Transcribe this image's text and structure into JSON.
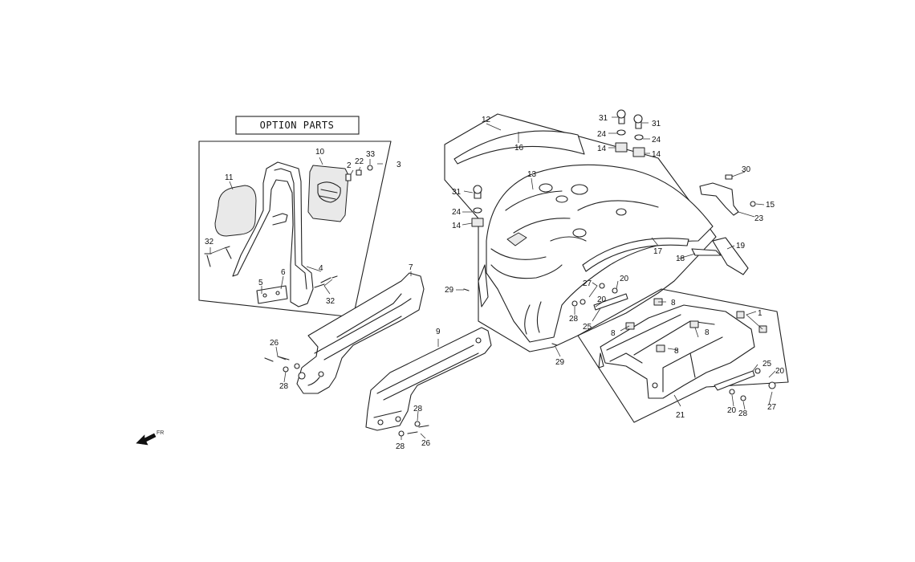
{
  "option_box": {
    "title": "OPTION PARTS"
  },
  "front_label": "FR",
  "callouts": [
    {
      "id": "c3",
      "label": "3"
    },
    {
      "id": "c10",
      "label": "10"
    },
    {
      "id": "c11",
      "label": "11"
    },
    {
      "id": "c2",
      "label": "2"
    },
    {
      "id": "c22",
      "label": "22"
    },
    {
      "id": "c33",
      "label": "33"
    },
    {
      "id": "c32a",
      "label": "32"
    },
    {
      "id": "c4",
      "label": "4"
    },
    {
      "id": "c5",
      "label": "5"
    },
    {
      "id": "c6",
      "label": "6"
    },
    {
      "id": "c32b",
      "label": "32"
    },
    {
      "id": "c7",
      "label": "7"
    },
    {
      "id": "c9",
      "label": "9"
    },
    {
      "id": "c26a",
      "label": "26"
    },
    {
      "id": "c28a",
      "label": "28"
    },
    {
      "id": "c28b",
      "label": "28"
    },
    {
      "id": "c28c",
      "label": "28"
    },
    {
      "id": "c26b",
      "label": "26"
    },
    {
      "id": "c12",
      "label": "12"
    },
    {
      "id": "c16",
      "label": "16"
    },
    {
      "id": "c13",
      "label": "13"
    },
    {
      "id": "c31a",
      "label": "31"
    },
    {
      "id": "c24a",
      "label": "24"
    },
    {
      "id": "c14a",
      "label": "14"
    },
    {
      "id": "c29a",
      "label": "29"
    },
    {
      "id": "c29b",
      "label": "29"
    },
    {
      "id": "c31b",
      "label": "31"
    },
    {
      "id": "c31c",
      "label": "31"
    },
    {
      "id": "c24b",
      "label": "24"
    },
    {
      "id": "c24c",
      "label": "24"
    },
    {
      "id": "c14b",
      "label": "14"
    },
    {
      "id": "c14c",
      "label": "14"
    },
    {
      "id": "c30",
      "label": "30"
    },
    {
      "id": "c15",
      "label": "15"
    },
    {
      "id": "c23",
      "label": "23"
    },
    {
      "id": "c19",
      "label": "19"
    },
    {
      "id": "c17",
      "label": "17"
    },
    {
      "id": "c18",
      "label": "18"
    },
    {
      "id": "c27a",
      "label": "27"
    },
    {
      "id": "c20a",
      "label": "20"
    },
    {
      "id": "c20b",
      "label": "20"
    },
    {
      "id": "c28d",
      "label": "28"
    },
    {
      "id": "c25a",
      "label": "25"
    },
    {
      "id": "c8a",
      "label": "8"
    },
    {
      "id": "c8b",
      "label": "8"
    },
    {
      "id": "c8c",
      "label": "8"
    },
    {
      "id": "c8d",
      "label": "8"
    },
    {
      "id": "c1",
      "label": "1"
    },
    {
      "id": "c25b",
      "label": "25"
    },
    {
      "id": "c20c",
      "label": "20"
    },
    {
      "id": "c27b",
      "label": "27"
    },
    {
      "id": "c20d",
      "label": "20"
    },
    {
      "id": "c28e",
      "label": "28"
    },
    {
      "id": "c21",
      "label": "21"
    }
  ]
}
